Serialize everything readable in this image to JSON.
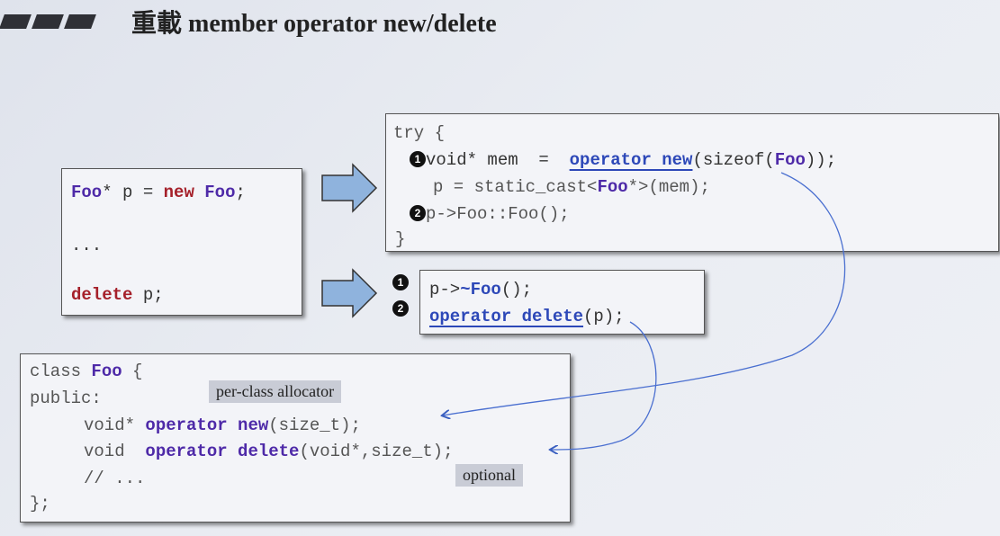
{
  "title": "重載 member operator new/delete",
  "left_box": {
    "line1": [
      "Foo",
      "* p = ",
      "new",
      " ",
      "Foo",
      ";"
    ],
    "ellipsis": "...",
    "line3": [
      "delete",
      " p;"
    ]
  },
  "try_box": {
    "l1": "try {",
    "l2": [
      "void* mem  =  ",
      "operator new",
      "(sizeof(",
      "Foo",
      "));"
    ],
    "l3": [
      "p = static_cast<",
      "Foo",
      "*>(mem);"
    ],
    "l4": "p->Foo::Foo();",
    "l5": "}"
  },
  "delete_box": {
    "l1": [
      "p->",
      "~Foo",
      "();"
    ],
    "l2": [
      "operator delete",
      "(p);"
    ]
  },
  "class_box": {
    "l1": [
      "class ",
      "Foo",
      " {"
    ],
    "l2": "public:",
    "l3": [
      "void* ",
      "operator new",
      "(size_t);"
    ],
    "l4": [
      "void  ",
      "operator delete",
      "(void*,size_t);"
    ],
    "l5": "// ...",
    "l6": "};"
  },
  "markers": [
    "1",
    "2"
  ],
  "notes": {
    "per_class": "per-class allocator",
    "optional": "optional"
  },
  "colors": {
    "keyword": "#4e2aa8",
    "new_delete": "#a5202a",
    "operator": "#2d48b8",
    "arrow_fill": "#8fb3dd"
  }
}
